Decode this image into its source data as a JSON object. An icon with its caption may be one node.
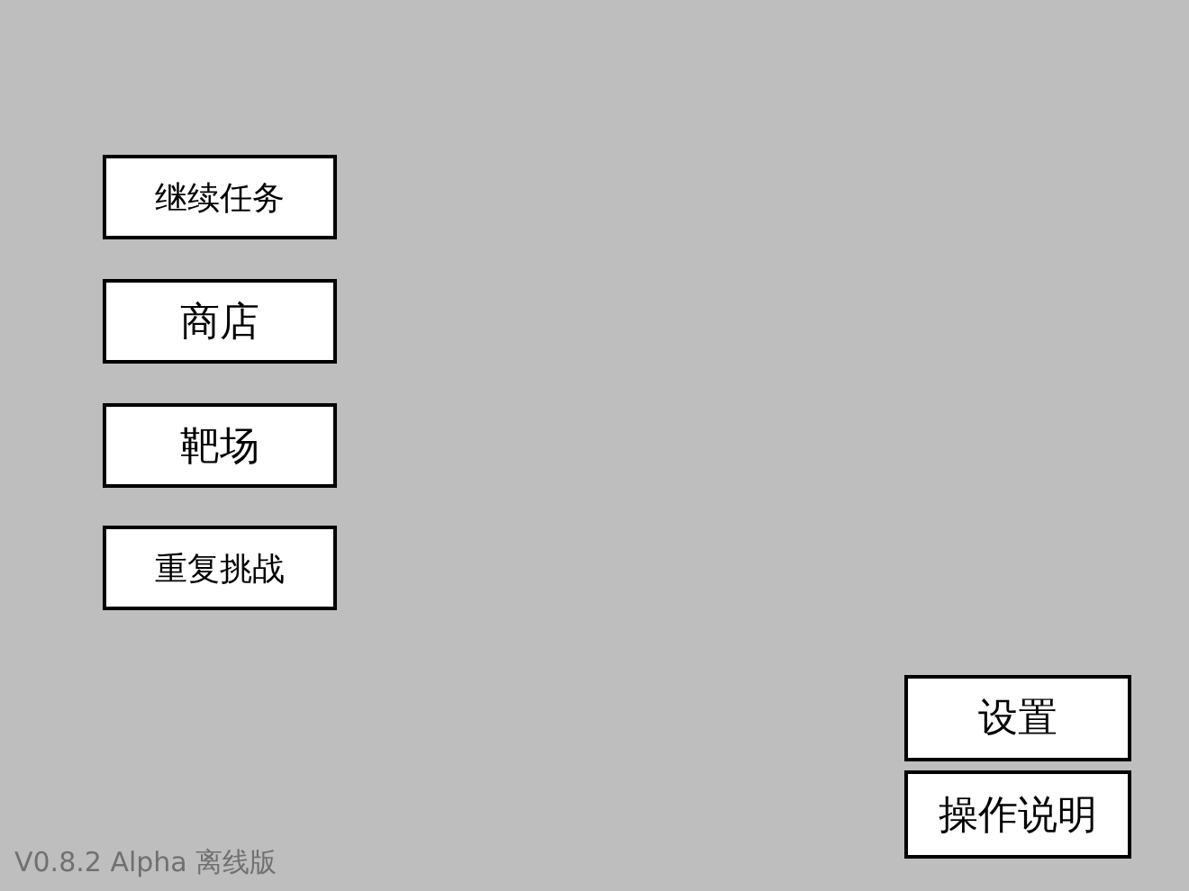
{
  "diagram": {
    "nodes": [
      {
        "text": [
          "继续任务"
        ]
      },
      {
        "text": [
          "商店"
        ]
      },
      {
        "text": [
          "靶场"
        ]
      },
      {
        "text": [
          "重复挑战"
        ]
      },
      {
        "text": [
          "设置"
        ]
      },
      {
        "text": [
          "操作说明"
        ]
      }
    ],
    "labels": [
      "V0.8.2 Alpha 离线版"
    ]
  }
}
